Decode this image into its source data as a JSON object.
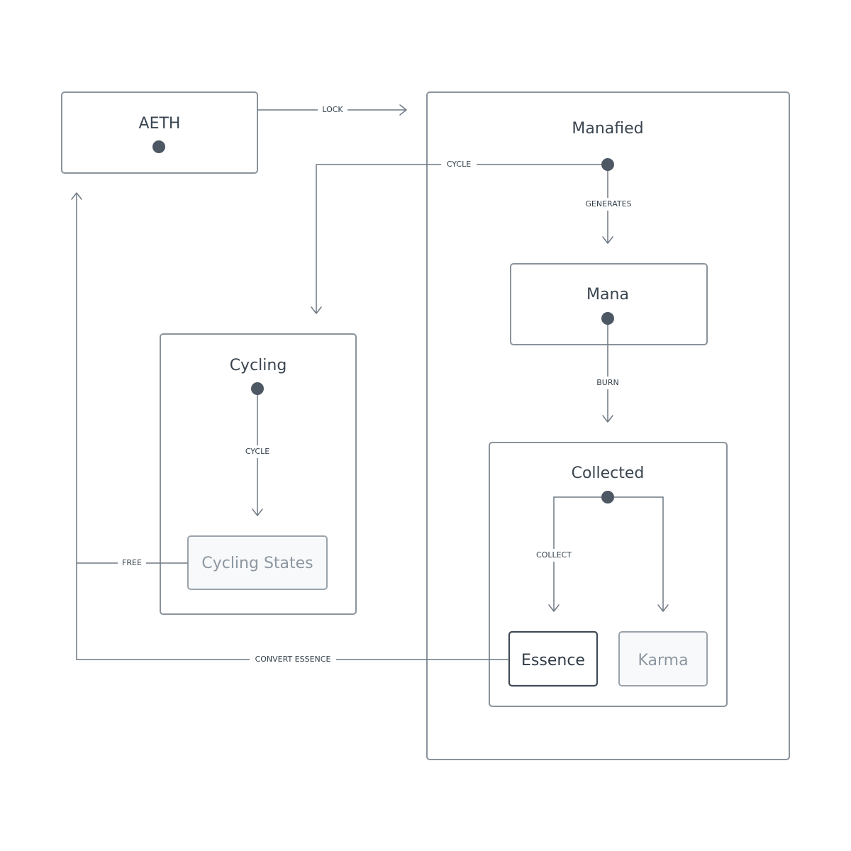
{
  "nodes": {
    "aeth": {
      "title": "AETH"
    },
    "manafied": {
      "title": "Manafied"
    },
    "mana": {
      "title": "Mana"
    },
    "cycling": {
      "title": "Cycling"
    },
    "cycling_states": {
      "title": "Cycling States"
    },
    "collected": {
      "title": "Collected"
    },
    "essence": {
      "title": "Essence"
    },
    "karma": {
      "title": "Karma"
    }
  },
  "edges": {
    "lock": "LOCK",
    "cycle_from_manafied": "CYCLE",
    "generates": "GENERATES",
    "burn": "BURN",
    "cycle_inner": "CYCLE",
    "collect": "COLLECT",
    "free": "FREE",
    "convert_essence": "CONVERT ESSENCE"
  }
}
